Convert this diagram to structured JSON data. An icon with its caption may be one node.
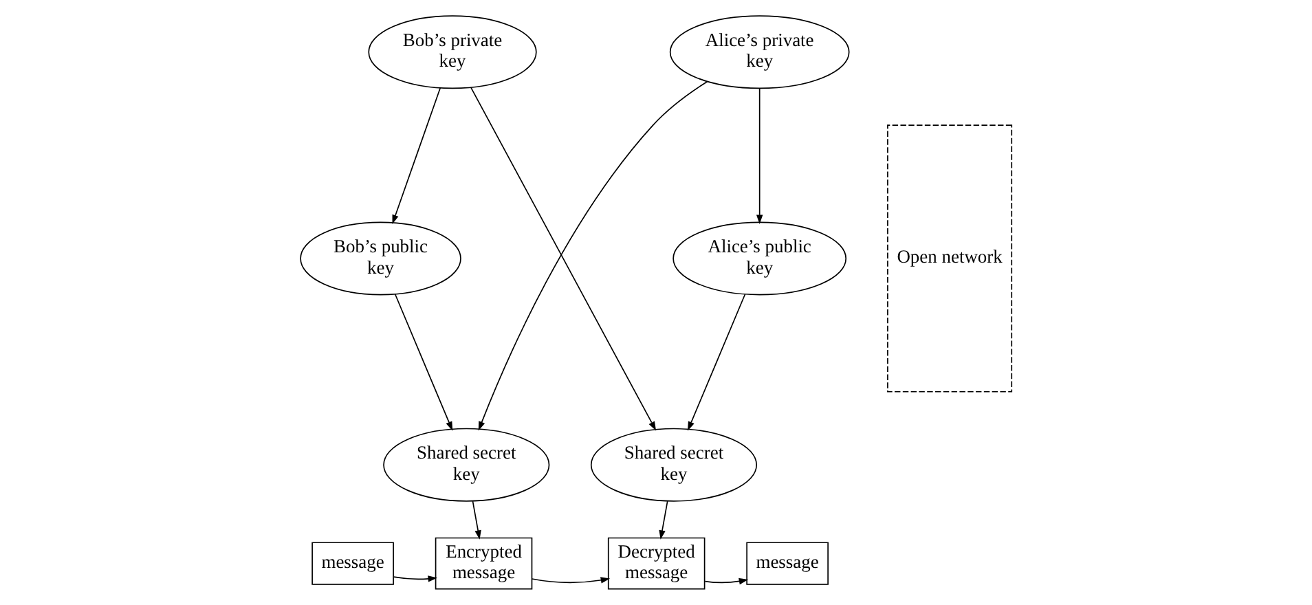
{
  "diagram": {
    "nodes": [
      {
        "text": [
          "Alice’s private key"
        ]
      },
      {
        "text": [
          "Bob’s private key"
        ]
      },
      {
        "text": [
          "Alice’s public key"
        ]
      },
      {
        "text": [
          "Bob’s public key"
        ]
      },
      {
        "text": [
          "Shared secret key"
        ]
      },
      {
        "text": [
          "Shared secret key"
        ]
      },
      {
        "text": [
          "message"
        ]
      },
      {
        "text": [
          "Encrypted message"
        ]
      },
      {
        "text": [
          "Decrypted message"
        ]
      },
      {
        "text": [
          "message"
        ]
      }
    ],
    "edges": [
      {
        "from": 0,
        "to": 2,
        "arrow": "to"
      },
      {
        "from": 0,
        "to": 4,
        "arrow": "to"
      },
      {
        "from": 1,
        "to": 3,
        "arrow": "to"
      },
      {
        "from": 1,
        "to": 5,
        "arrow": "to"
      },
      {
        "from": 2,
        "to": 5,
        "arrow": "to"
      },
      {
        "from": 3,
        "to": 4,
        "arrow": "to"
      },
      {
        "from": 4,
        "to": 7,
        "arrow": "to"
      },
      {
        "from": 5,
        "to": 8,
        "arrow": "to"
      },
      {
        "from": 6,
        "to": 7,
        "arrow": "to"
      },
      {
        "from": 7,
        "to": 8,
        "arrow": "to"
      },
      {
        "from": 8,
        "to": 9,
        "arrow": "to"
      }
    ],
    "labels": [
      "Open network"
    ]
  }
}
